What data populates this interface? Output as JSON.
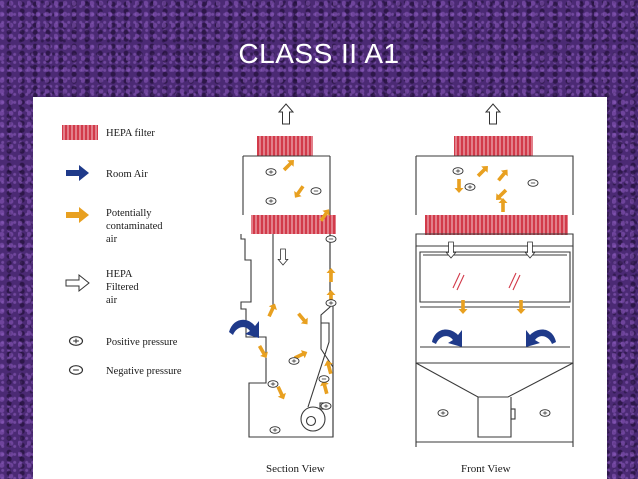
{
  "slide": {
    "title": "CLASS II A1"
  },
  "legend": {
    "hepa_filter": "HEPA filter",
    "room_air": "Room Air",
    "contaminated_1": "Potentially",
    "contaminated_2": "contaminated",
    "contaminated_3": "air",
    "filtered_1": "HEPA",
    "filtered_2": "Filtered",
    "filtered_3": "air",
    "positive": "Positive pressure",
    "negative": "Negative pressure"
  },
  "views": {
    "section": "Section View",
    "front": "Front View"
  },
  "colors": {
    "hepa": "#d23a4a",
    "room_air": "#1f3a8a",
    "contaminated": "#e8a020",
    "outline": "#3a3a3a"
  }
}
